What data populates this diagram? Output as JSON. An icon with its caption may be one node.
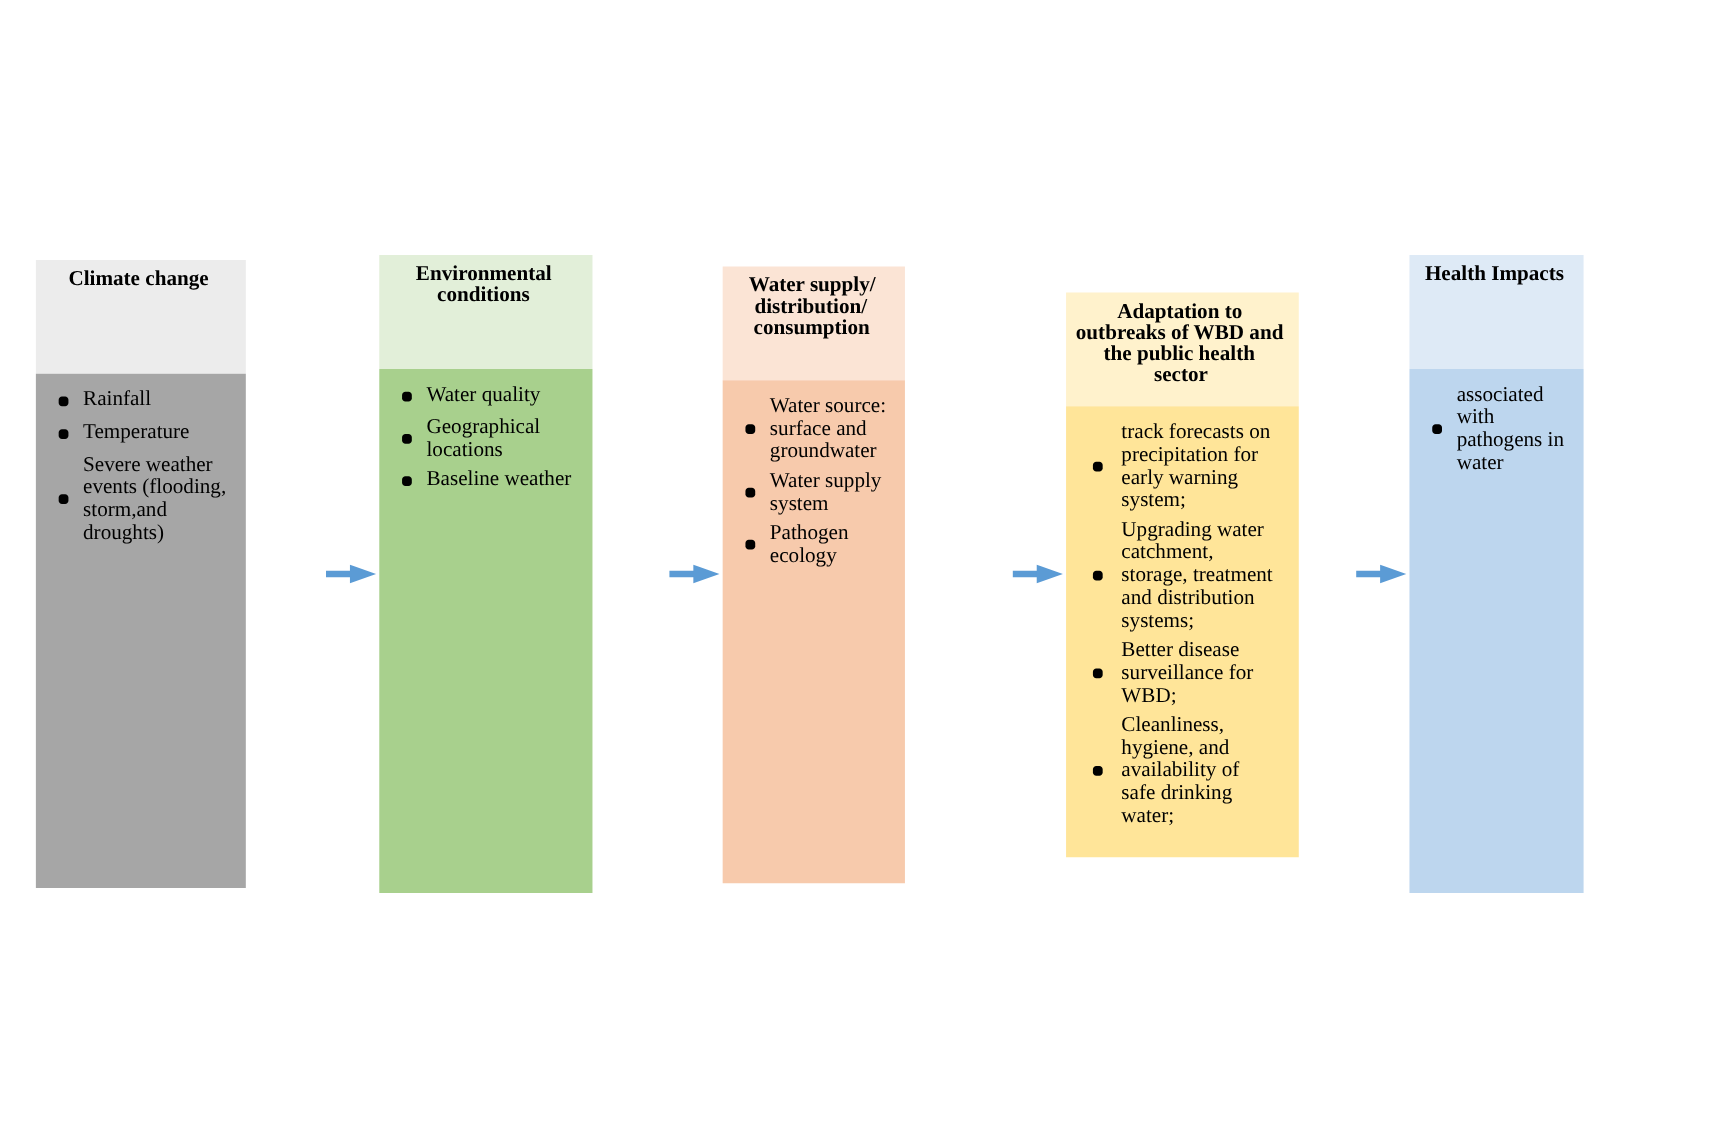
{
  "diagram": {
    "nodes": [
      {
        "text": [
          "Climate change",
          "Rainfall",
          "Temperature",
          "Severe weather events (flooding, storm,and droughts)"
        ]
      },
      {
        "text": [
          "Environmental conditions",
          "Water quality",
          "Geographical locations",
          "Baseline weather"
        ]
      },
      {
        "text": [
          "Water supply/ distribution/ consumption",
          "Water source: surface and groundwater",
          "Water supply system",
          "Pathogen ecology"
        ]
      },
      {
        "text": [
          "Adaptation to outbreaks of WBD and the public health sector",
          "track forecasts on precipitation for early warning system;",
          "Upgrading water catchment, storage, treatment and distribution systems;",
          "Better disease surveillance for WBD;",
          "Cleanliness, hygiene, and availability of safe drinking water;"
        ]
      },
      {
        "text": [
          "Health Impacts",
          "associated with pathogens in water"
        ]
      }
    ],
    "edges": [
      {
        "from": 0,
        "to": 1,
        "arrow": "to"
      },
      {
        "from": 1,
        "to": 2,
        "arrow": "to"
      },
      {
        "from": 2,
        "to": 3,
        "arrow": "to"
      },
      {
        "from": 3,
        "to": 4,
        "arrow": "to"
      }
    ]
  }
}
